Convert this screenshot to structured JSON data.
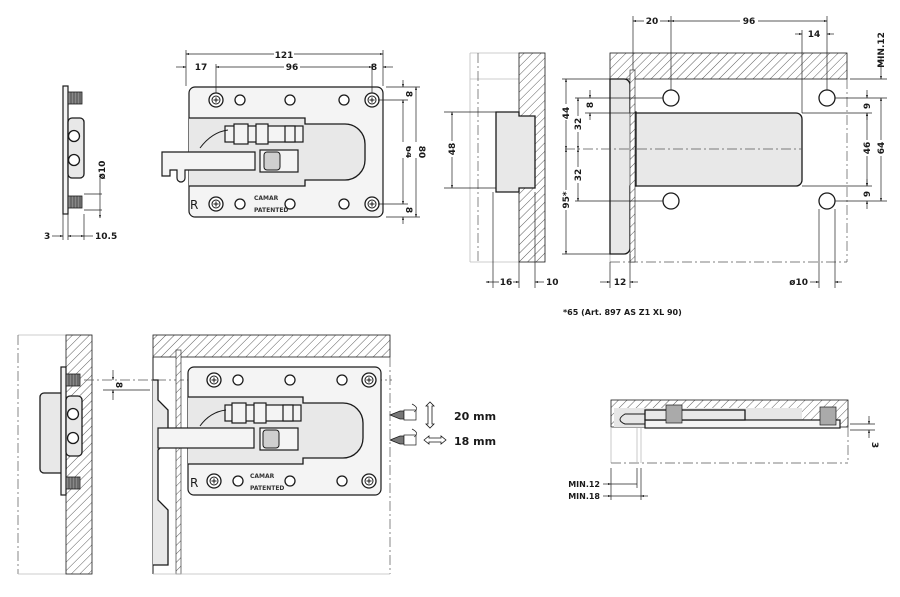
{
  "figure": {
    "title": "CAMAR hanging bracket installation drawing",
    "colors": {
      "line": "#1a1a1a",
      "part_fill": "#e8e8e8",
      "hatch": "#333333",
      "background": "#ffffff"
    }
  },
  "side_view": {
    "dims": {
      "thickness": "3",
      "depth": "10.5",
      "bolt_dia": "ø10"
    }
  },
  "front_view": {
    "dims": {
      "overall_width": "121",
      "left_offset": "17",
      "hole_spacing_h": "96",
      "right_offset": "8",
      "top_offset": "8",
      "hole_spacing_v": "64",
      "overall_height": "80",
      "bottom_offset": "8"
    },
    "hand_mark": "R",
    "brand": "CAMAR",
    "patent": "PATENTED"
  },
  "section_view": {
    "dims": {
      "cutout_height": "48",
      "cutout_depth": "16",
      "panel_thickness": "10"
    }
  },
  "plan_view": {
    "dims": {
      "offset_top": "20",
      "hole_spacing": "96",
      "edge_offset": "14",
      "min_top": "MIN.12",
      "upper_left_offset": "44",
      "upper_small": "8",
      "upper_32": "32",
      "lower_32": "32",
      "lower_left": "95*",
      "right_top_9": "9",
      "right_46": "46",
      "right_64": "64",
      "right_bottom_9": "9",
      "flange": "12",
      "hole_dia": "ø10"
    },
    "footnote": "*65 (Art. 897 AS Z1 XL 90)"
  },
  "assembly_view": {
    "dims": {
      "vertical_offset": "8"
    },
    "adjustments": [
      {
        "icon": "screwdriver-vertical-adjust",
        "value": "20 mm"
      },
      {
        "icon": "screwdriver-horizontal-adjust",
        "value": "18 mm"
      }
    ]
  },
  "top_section": {
    "dims": {
      "gap": "3",
      "min_12": "MIN.12",
      "min_18": "MIN.18"
    }
  }
}
